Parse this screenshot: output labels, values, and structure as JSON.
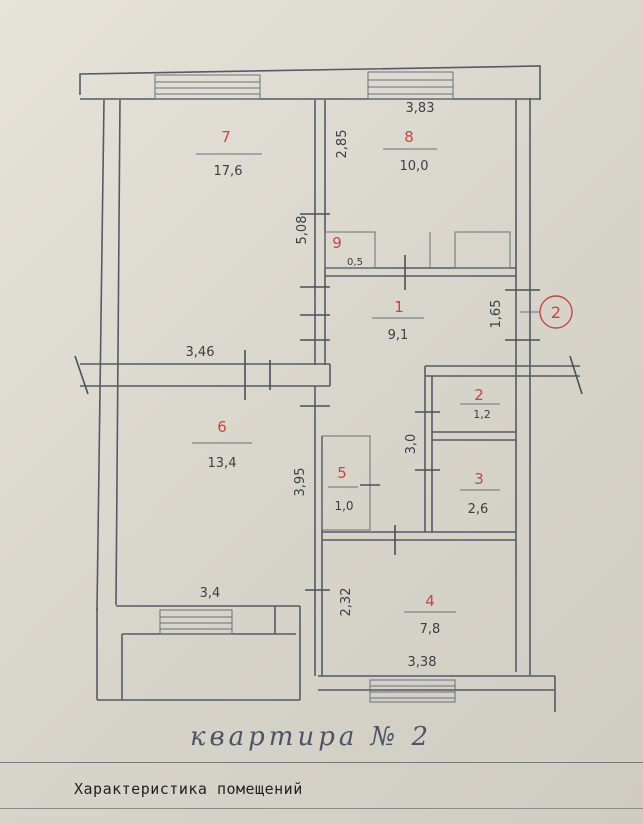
{
  "apartment_label": "квартира № 2",
  "section_title": "Характеристика  помещений",
  "entrance_marker": "2",
  "rooms": [
    {
      "number": "1",
      "area": "9,1"
    },
    {
      "number": "2",
      "area": "1,2"
    },
    {
      "number": "3",
      "area": "2,6"
    },
    {
      "number": "4",
      "area": "7,8"
    },
    {
      "number": "5",
      "area": "1,0"
    },
    {
      "number": "6",
      "area": "13,4"
    },
    {
      "number": "7",
      "area": "17,6"
    },
    {
      "number": "8",
      "area": "10,0"
    },
    {
      "number": "9",
      "area": "0,5"
    }
  ],
  "dimensions": {
    "top_width": "3,83",
    "room8_height": "2,85",
    "room7_height": "5,08",
    "hall_height": "1,65",
    "room6_width": "3,46",
    "corridor_height": "3,0",
    "room6_height": "3,95",
    "bottom_left_width": "3,4",
    "room4_height": "2,32",
    "room4_width": "3,38"
  }
}
